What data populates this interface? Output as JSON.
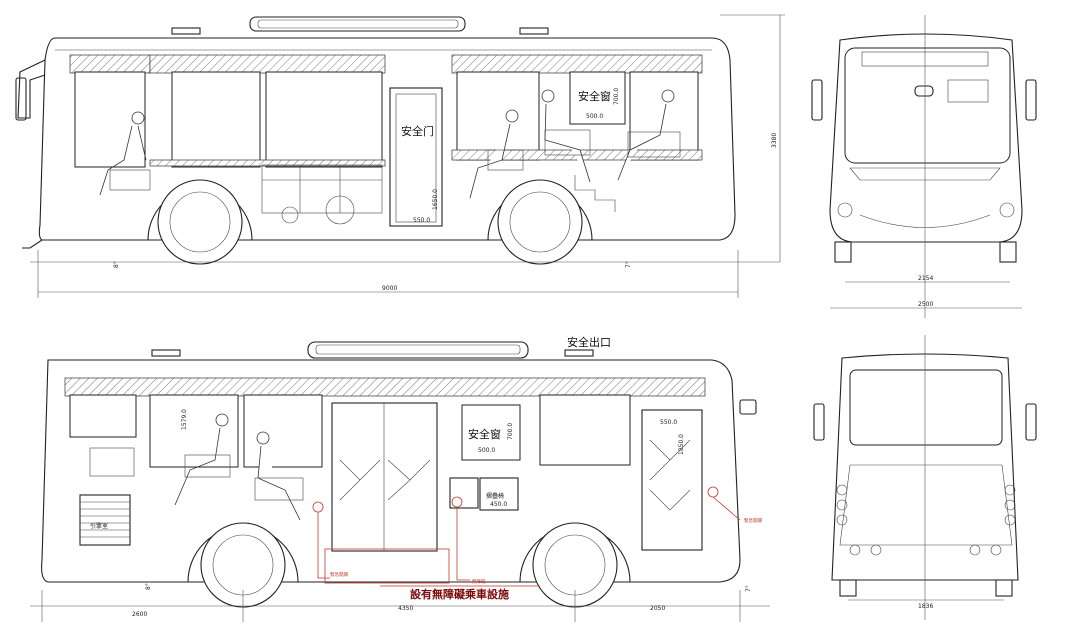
{
  "labels": {
    "safety_door": "安全门",
    "safety_window": "安全窗",
    "safety_exit": "安全出口",
    "accessible_facility": "設有無障礙乘車設施",
    "folding_seat": "摺疊椅",
    "engine": "引擎室"
  },
  "dimensions": {
    "side_top_length": "9000",
    "side_top_height": "3380",
    "front_width_inner": "2154",
    "front_width_outer": "2500",
    "front_overhang": "2600",
    "wheelbase": "4350",
    "rear_overhang": "2050",
    "rear_track": "1836",
    "door_width": "550.0",
    "door_height": "1650.0",
    "window_width": "500.0",
    "window_height": "700.0",
    "seat_width": "450.0",
    "side_height_a": "1579.0",
    "side_height_b": "1850.0",
    "ground_a": "8°",
    "ground_b": "7°"
  },
  "small_red_labels": {
    "left": "緊急開關",
    "mid": "無障礙",
    "right": "緊急開關"
  }
}
